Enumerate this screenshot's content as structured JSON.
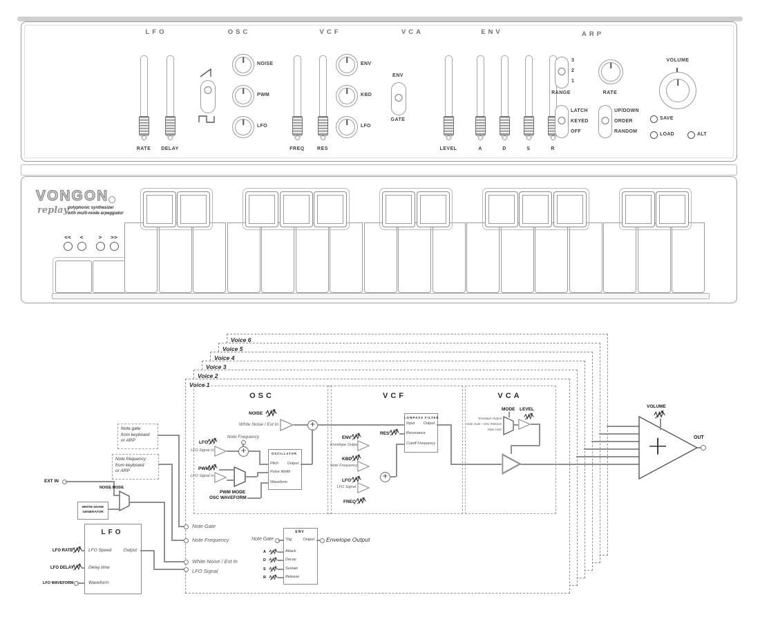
{
  "panel": {
    "lfo": {
      "title": "LFO",
      "rate": "RATE",
      "delay": "DELAY"
    },
    "osc": {
      "title": "OSC",
      "noise": "NOISE",
      "pwm": "PWM",
      "lfo": "LFO"
    },
    "vcf": {
      "title": "VCF",
      "freq": "FREQ",
      "res": "RES",
      "env": "ENV",
      "kbd": "KBD",
      "lfo": "LFO"
    },
    "vca": {
      "title": "VCA",
      "env": "ENV",
      "gate": "GATE",
      "level": "LEVEL"
    },
    "env": {
      "title": "ENV",
      "a": "A",
      "d": "D",
      "s": "S",
      "r": "R"
    },
    "arp": {
      "title": "ARP",
      "range": "RANGE",
      "r3": "3",
      "r2": "2",
      "r1": "1",
      "rate": "RATE",
      "latch": "LATCH",
      "keyed": "KEYED",
      "off": "OFF",
      "updown": "UP/DOWN",
      "order": "ORDER",
      "random": "RANDOM"
    },
    "volume": "VOLUME",
    "save": "SAVE",
    "load": "LOAD",
    "alt": "ALT"
  },
  "keyboard": {
    "brand": "VONGON",
    "model": "replay",
    "tag1": "polyphonic synthesizer",
    "tag2": "with multi-mode arpeggiator",
    "nav": [
      "<<",
      "<",
      ">",
      ">>"
    ],
    "white_keys": 17,
    "black_slots": [
      1,
      2,
      4,
      5,
      6,
      8,
      9,
      11,
      12,
      13,
      15,
      16
    ],
    "black_groups": [
      [
        1,
        2
      ],
      [
        4,
        5,
        6
      ],
      [
        8,
        9
      ],
      [
        11,
        12,
        13
      ],
      [
        15,
        16
      ]
    ]
  },
  "diagram": {
    "voices": [
      "Voice 1",
      "Voice 2",
      "Voice 3",
      "Voice 4",
      "Voice 5",
      "Voice 6"
    ],
    "osc": {
      "title": "OSC",
      "noise": "NOISE",
      "white_noise_in": "White Noise / Ext In",
      "lfo": "LFO",
      "lfo_in": "LFO Signal In",
      "note_freq": "Note Frequency",
      "pwm": "PWM",
      "pwm_in": "LFO Signal In",
      "pwm_mode": "PWM MODE",
      "osc_waveform": "OSC WAVEFORM",
      "box": {
        "title": "OSCILLATOR",
        "pitch": "Pitch",
        "pulse_width": "Pulse Width",
        "waveform": "Waveform",
        "output": "Output"
      }
    },
    "vcf": {
      "title": "VCF",
      "box": {
        "title": "LOWPASS FILTER",
        "input": "Input",
        "output": "Output",
        "resonance": "Resonance",
        "cutoff": "Cutoff Frequency"
      },
      "res": "RES",
      "env": "ENV",
      "env_in": "Envelope Output",
      "kbd": "KBD",
      "kbd_in": "Note Frequency",
      "lfo": "LFO",
      "lfo_in": "LFO Signal",
      "freq": "FREQ"
    },
    "vca": {
      "title": "VCA",
      "mode": "MODE",
      "level": "LEVEL",
      "in1": "Envelope Output",
      "in2": "Note Gate + Env Release",
      "in3": "Note Gate"
    },
    "env": {
      "title": "ENV",
      "trig": "Trig",
      "attack": "Attack",
      "decay": "Decay",
      "sustain": "Sustain",
      "release": "Release",
      "output": "Output",
      "note_gate": "Note Gate",
      "a": "A",
      "d": "D",
      "s": "S",
      "r": "R",
      "env_out": "Envelope Output"
    },
    "lfo": {
      "title": "LFO",
      "speed": "LFO Speed",
      "delay": "Delay time",
      "waveform": "Waveform",
      "output": "Output",
      "rate_lbl": "LFO RATE",
      "delay_lbl": "LFO DELAY",
      "wave_lbl": "LFO WAVEFORM"
    },
    "left": {
      "ext_in": "EXT IN",
      "noise_mode": "NOISE MODE",
      "wng1": "WHITE NOISE",
      "wng2": "GENERATOR",
      "gate_box": [
        "Note gate",
        "from keyboard",
        "or ARP"
      ],
      "freq_box": [
        "Note frequency",
        "from keyboard",
        "or ARP"
      ]
    },
    "terms": {
      "note_gate": "Note Gate",
      "note_freq": "Note Frequency",
      "white_noise": "White Noise / Ext In",
      "lfo_signal": "LFO Signal"
    },
    "out": {
      "volume": "VOLUME",
      "out": "OUT",
      "plus": "+"
    }
  }
}
